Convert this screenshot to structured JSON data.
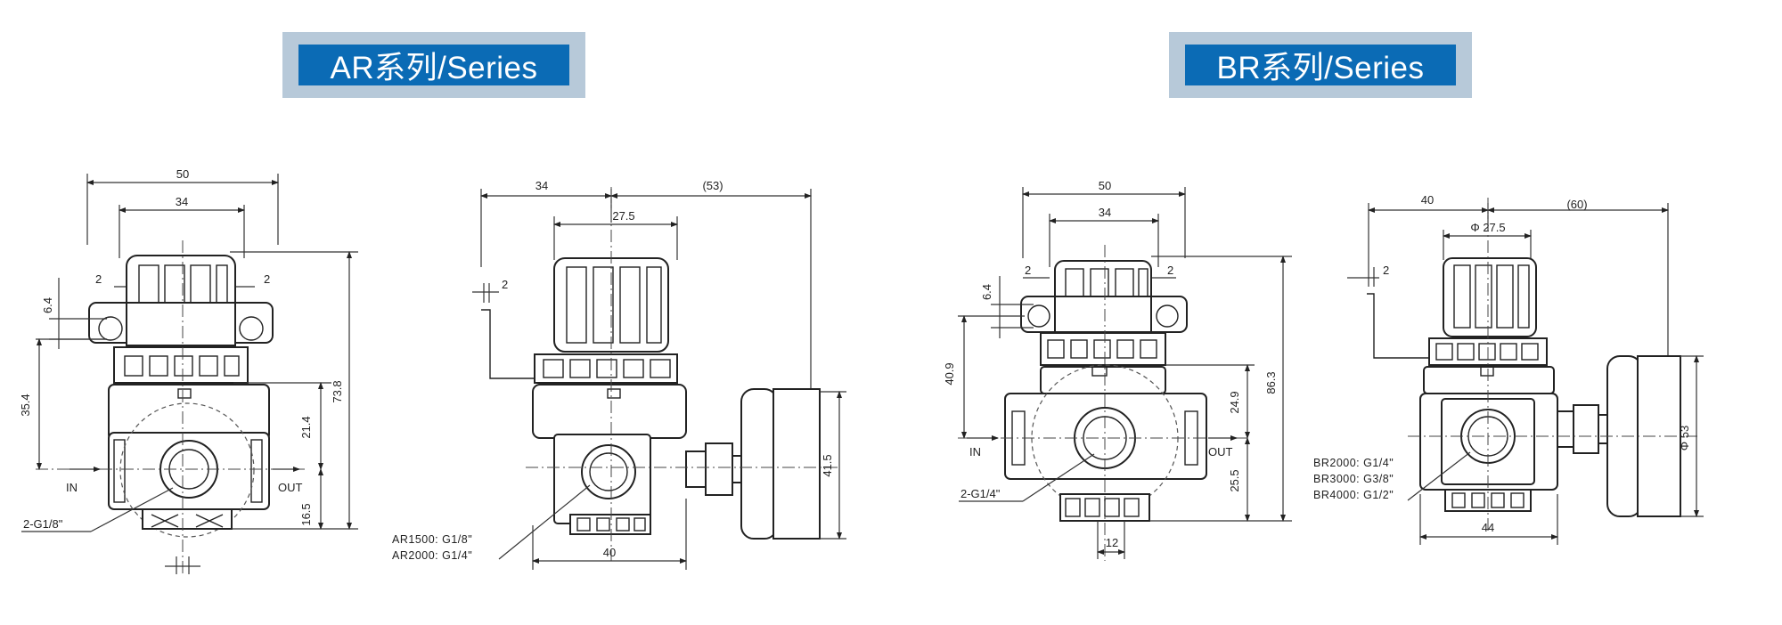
{
  "titles": {
    "ar": "AR系列/Series",
    "br": "BR系列/Series"
  },
  "ar_front": {
    "w50": "50",
    "w34": "34",
    "gap_left": "2",
    "gap_right": "2",
    "h6_4": "6.4",
    "h35_4": "35.4",
    "h21_4": "21.4",
    "h73_8": "73.8",
    "h16_5": "16.5",
    "in": "IN",
    "out": "OUT",
    "port": "2-G1/8\""
  },
  "ar_side": {
    "w34": "34",
    "w53": "(53)",
    "w27_5": "27.5",
    "gap": "2",
    "h41_5": "41.5",
    "w40": "40",
    "port1": "AR1500: G1/8\"",
    "port2": "AR2000: G1/4\""
  },
  "br_front": {
    "w50": "50",
    "w34": "34",
    "gap_left": "2",
    "gap_right": "2",
    "h6_4": "6.4",
    "h40_9": "40.9",
    "h24_9": "24.9",
    "h86_3": "86.3",
    "h25_5": "25.5",
    "w12": "12",
    "in": "IN",
    "out": "OUT",
    "port": "2-G1/4\""
  },
  "br_side": {
    "w40": "40",
    "w60": "(60)",
    "phi27_5": "Φ 27.5",
    "gap": "2",
    "phi53": "Φ 53",
    "w44": "44",
    "port1": "BR2000: G1/4\"",
    "port2": "BR3000: G3/8\"",
    "port3": "BR4000: G1/2\""
  }
}
